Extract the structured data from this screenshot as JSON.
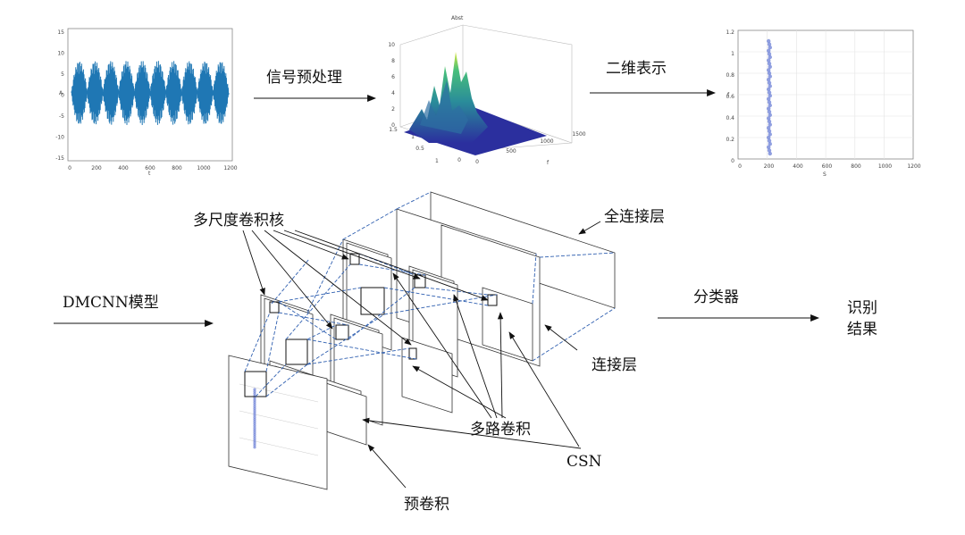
{
  "labels": {
    "preprocess": "信号预处理",
    "twod": "二维表示",
    "model": "DMCNN模型",
    "multiscale_kernel": "多尺度卷积核",
    "fc_layer": "全连接层",
    "concat_layer": "连接层",
    "multipath_conv": "多路卷积",
    "csn": "CSN",
    "pre_conv": "预卷积",
    "classifier": "分类器",
    "recog_1": "识别",
    "recog_2": "结果"
  },
  "plot1": {
    "ylabel": "A",
    "xlabel": "t",
    "y_ticks": [
      "15",
      "10",
      "5",
      "0",
      "-5",
      "-10",
      "-15"
    ],
    "x_ticks": [
      "0",
      "200",
      "400",
      "600",
      "800",
      "1000",
      "1200"
    ],
    "color": "#1f77b4"
  },
  "plot2": {
    "title": "Abst",
    "z_ticks": [
      "10",
      "8",
      "6",
      "4",
      "2",
      "0"
    ],
    "left_ticks": [
      "1.5",
      "1",
      "0.5",
      "0"
    ],
    "front_ticks": [
      "0",
      "500",
      "1000",
      "1500"
    ],
    "label_a": "1",
    "label_b": "f"
  },
  "plot3": {
    "ylabel": "f",
    "xlabel": "S",
    "y_ticks": [
      "1.2",
      "1",
      "0.8",
      "0.6",
      "0.4",
      "0.2",
      "0"
    ],
    "x_ticks": [
      "0",
      "200",
      "400",
      "600",
      "800",
      "1000",
      "1200"
    ],
    "marker_color": "#6b7fd6"
  }
}
